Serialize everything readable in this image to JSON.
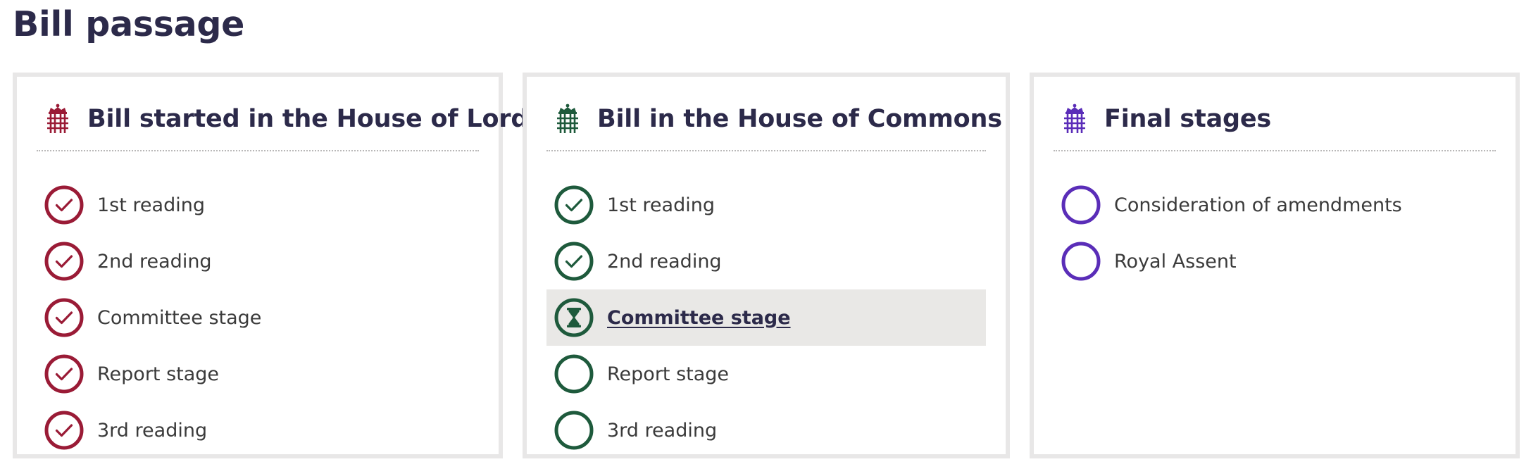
{
  "page": {
    "title": "Bill passage"
  },
  "colors": {
    "lords": "#9a1b36",
    "commons": "#1e5a3c",
    "final": "#5a2db8",
    "current_highlight": "#e9e8e6"
  },
  "panels": {
    "lords": {
      "title": "Bill started in the House of Lords",
      "icon": "portcullis-icon",
      "stages": [
        {
          "label": "1st reading",
          "status": "completed"
        },
        {
          "label": "2nd reading",
          "status": "completed"
        },
        {
          "label": "Committee stage",
          "status": "completed"
        },
        {
          "label": "Report stage",
          "status": "completed"
        },
        {
          "label": "3rd reading",
          "status": "completed"
        }
      ]
    },
    "commons": {
      "title": "Bill in the House of Commons",
      "icon": "portcullis-icon",
      "stages": [
        {
          "label": "1st reading",
          "status": "completed"
        },
        {
          "label": "2nd reading",
          "status": "completed"
        },
        {
          "label": "Committee stage",
          "status": "current"
        },
        {
          "label": "Report stage",
          "status": "upcoming"
        },
        {
          "label": "3rd reading",
          "status": "upcoming"
        }
      ]
    },
    "final": {
      "title": "Final stages",
      "icon": "portcullis-icon",
      "stages": [
        {
          "label": "Consideration of amendments",
          "status": "upcoming"
        },
        {
          "label": "Royal Assent",
          "status": "upcoming"
        }
      ]
    }
  }
}
